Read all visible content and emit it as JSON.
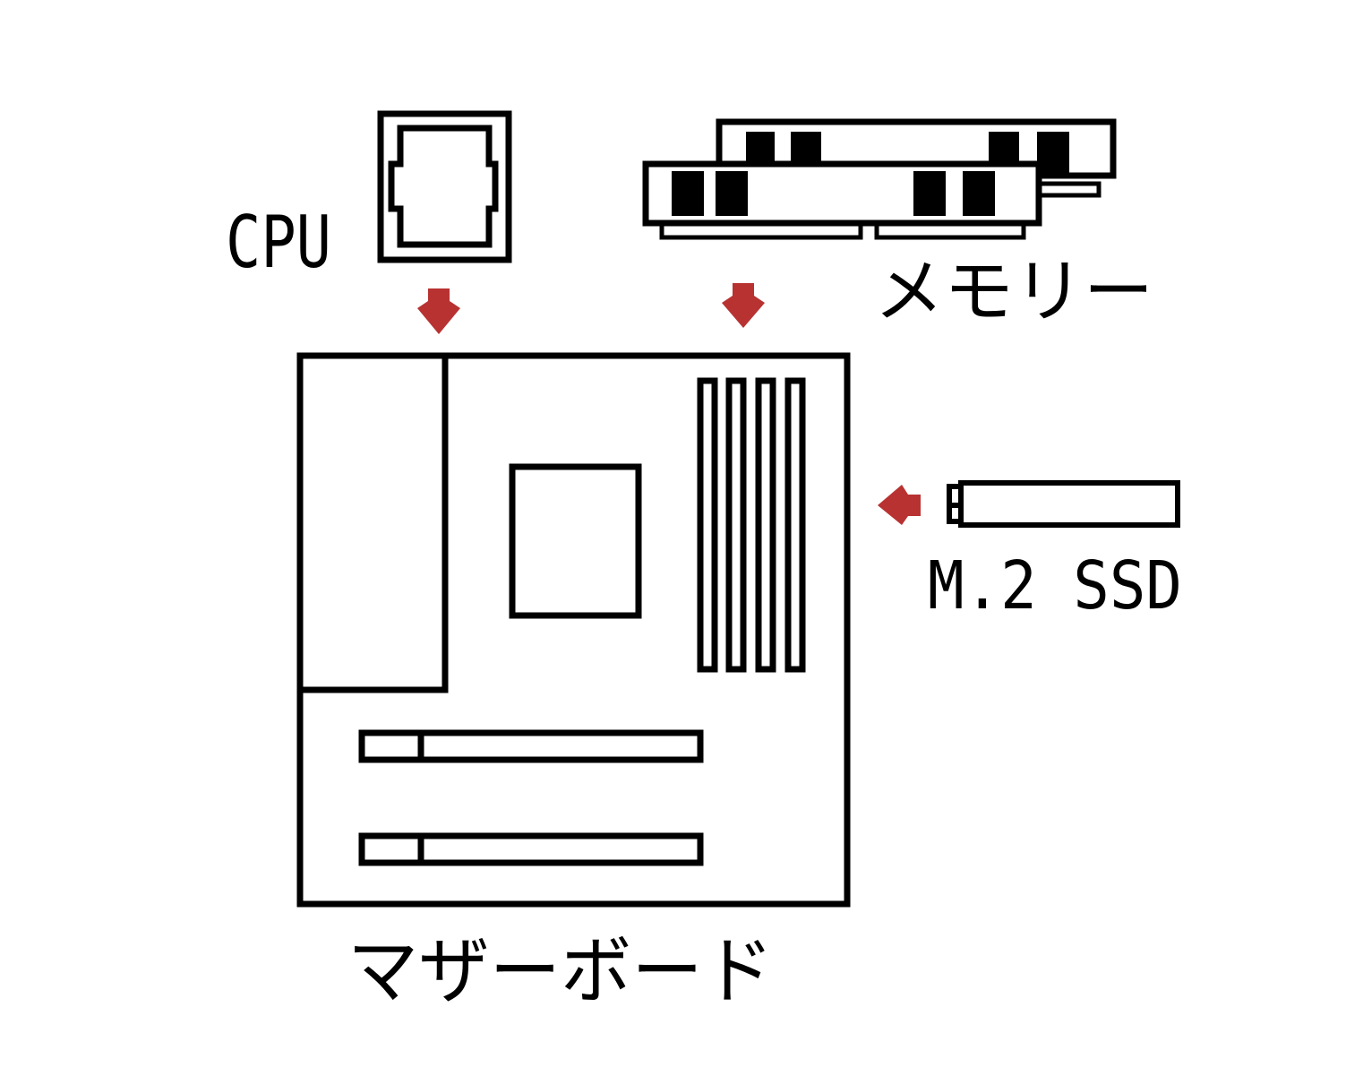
{
  "labels": {
    "cpu": "CPU",
    "memory": "メモリー",
    "ssd": "M.2 SSD",
    "motherboard": "マザーボード"
  },
  "colors": {
    "line": "#000000",
    "arrow": "#b83232",
    "background": "#ffffff"
  },
  "icons": {
    "cpu": "cpu-chip-icon",
    "memory": "ram-module-icon",
    "ssd": "m2-ssd-icon",
    "motherboard": "motherboard-icon",
    "arrow_down": "arrow-down-icon",
    "arrow_left": "arrow-left-icon"
  }
}
